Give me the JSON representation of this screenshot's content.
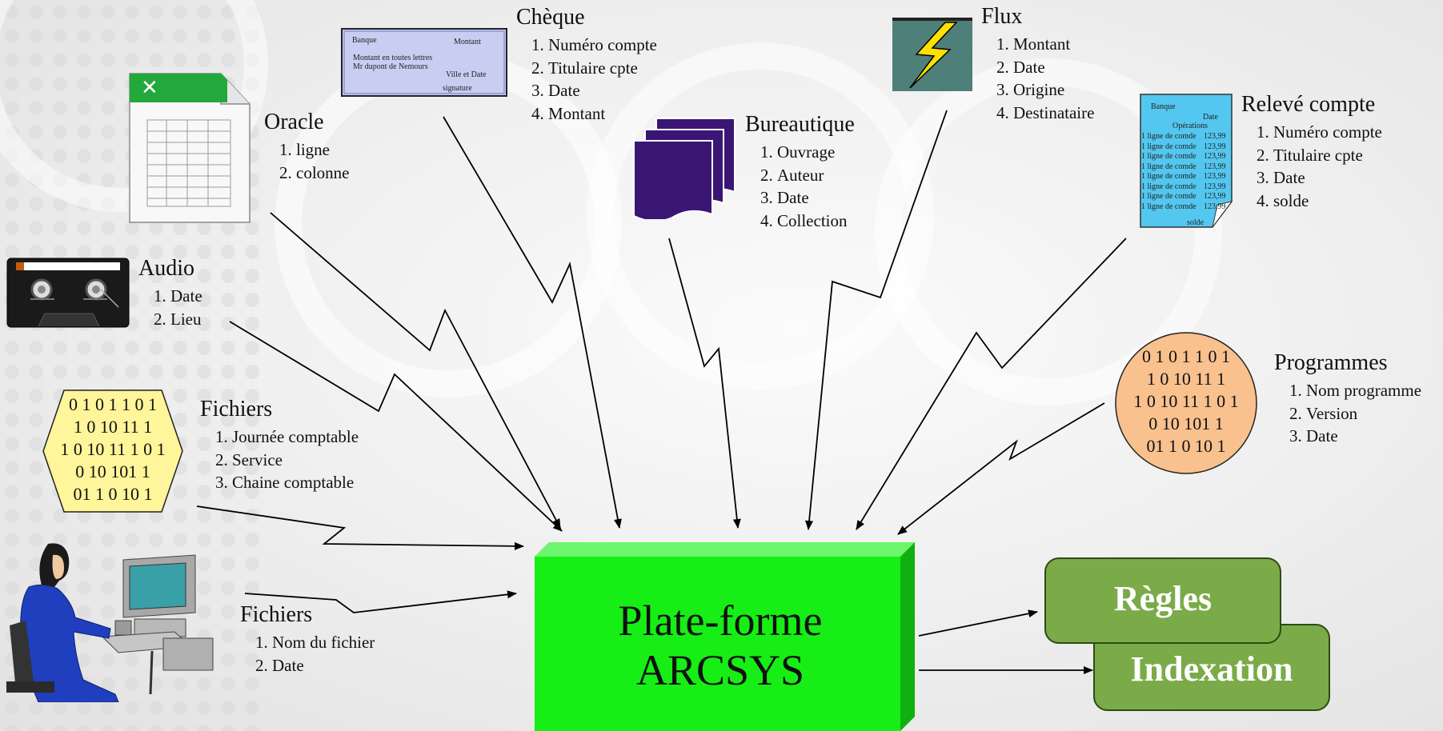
{
  "colors": {
    "platform": "#16ee16",
    "rule_box": "#7aab48",
    "binary_hex": "#fff59a",
    "binary_circle": "#f8c18d",
    "workflow": "#3b1574",
    "lightning": "#ffe000",
    "releve": "#53c7ef"
  },
  "sources": {
    "cheque": {
      "title": "Chèque",
      "items": [
        "Numéro compte",
        "Titulaire cpte",
        "Date",
        "Montant"
      ],
      "icon": "cheque-icon",
      "icon_text": {
        "banque": "Banque",
        "montant": "Montant",
        "lettres": "Montant en toutes lettres",
        "nom": "Mr dupont de Nemours",
        "ville": "Ville et Date",
        "signature": "signature"
      }
    },
    "flux": {
      "title": "Flux",
      "items": [
        "Montant",
        "Date",
        "Origine",
        "Destinataire"
      ],
      "icon": "lightning-icon"
    },
    "oracle": {
      "title": "Oracle",
      "items": [
        "ligne",
        "colonne"
      ],
      "icon": "spreadsheet-icon"
    },
    "bureautique": {
      "title": "Bureautique",
      "items": [
        "Ouvrage",
        "Auteur",
        "Date",
        "Collection"
      ],
      "icon": "documents-icon"
    },
    "releve": {
      "title": "Relevé compte",
      "items": [
        "Numéro compte",
        "Titulaire cpte",
        "Date",
        "solde"
      ],
      "icon": "statement-icon",
      "icon_text": {
        "banque": "Banque",
        "date": "Date",
        "operations": "Opérations",
        "line": "1 ligne de comde",
        "amount": "123,99",
        "solde": "solde"
      }
    },
    "audio": {
      "title": "Audio",
      "items": [
        "Date",
        "Lieu"
      ],
      "icon": "cassette-icon"
    },
    "fichiers_binary": {
      "title": "Fichiers",
      "items": [
        "Journée comptable",
        "Service",
        "Chaine comptable"
      ],
      "icon": "binary-hexagon-icon",
      "binary_lines": [
        "0 1 0 1 1 0 1",
        "1 0 10 11 1",
        "1 0 10 11 1 0 1",
        "0 10 101 1",
        "01 1 0 10 1"
      ]
    },
    "programmes": {
      "title": "Programmes",
      "items": [
        "Nom programme",
        "Version",
        "Date"
      ],
      "icon": "binary-circle-icon",
      "binary_lines": [
        "0 1 0 1 1 0 1",
        "1 0 10 11 1",
        "1 0 10 11 1 0 1",
        "0 10 101 1",
        "01 1 0 10 1"
      ]
    },
    "fichiers_user": {
      "title": "Fichiers",
      "items": [
        "Nom du fichier",
        "Date"
      ],
      "icon": "computer-user-icon"
    }
  },
  "platform": {
    "line1": "Plate-forme",
    "line2": "ARCSYS"
  },
  "outputs": {
    "regles": "Règles",
    "indexation": "Indexation"
  }
}
